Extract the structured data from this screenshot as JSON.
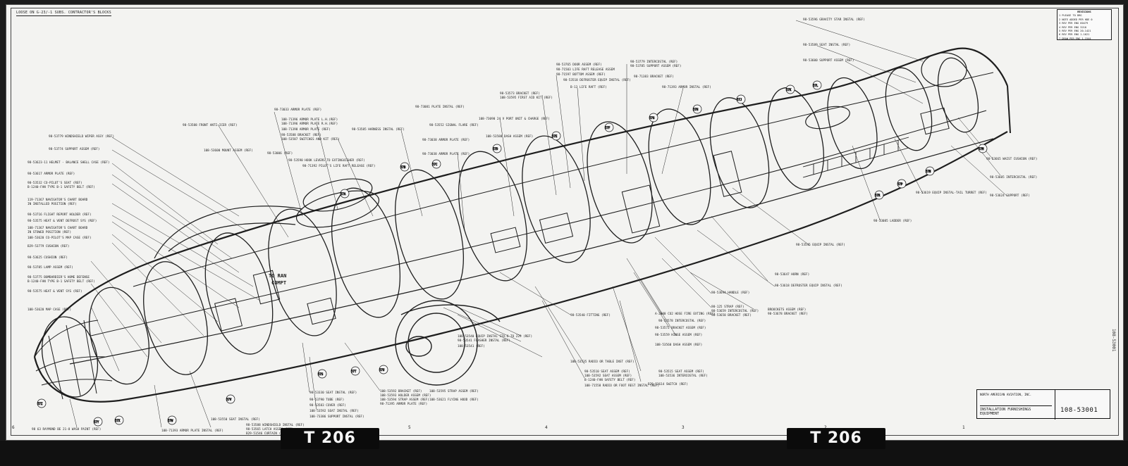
{
  "header_note": "LOOSE ON G-23/-1  SUBS. CONTRACTOR'S BLOCKS",
  "revision_table": {
    "title": "REVISIONS",
    "rows": [
      "1  PLEASE TO  DRG",
      "2  NOTE ADDED PER HDE 0",
      "3  REV PER ENG 60479",
      "4  REV PER ENG 3210",
      "5  REV PER ENG 20-1421",
      "6  REV PER ENG 1-1621",
      "7  DRAW PER ENG 1-1544"
    ]
  },
  "title_block": {
    "company": "NORTH AMERICAN AVIATION, INC.",
    "drawing_title": "INSTALLATION FURNISHINGS  EQUIPMENT",
    "drawing_number": "108-53001"
  },
  "side_number": "108-53001",
  "roll_labels": [
    "T 206",
    "T 206"
  ],
  "zone_markers": [
    "6",
    "5",
    "4",
    "3",
    "2",
    "1"
  ],
  "bottom_left_note": "98 63 RAYMOND BE 21-8 WASH PAINT  (REF)",
  "callouts_left": [
    "98-53779 WINDSHIELD WIPER ASSY (REF)",
    "98-53774 SUPPORT ASSEM (REF)",
    "98-53623-11 HELMET - BALANCE SHELL CASE (REF)",
    "98-53617 ARMOR PLATE (REF)",
    "98-53532 CO-PILOT'S SEAT  (REF)",
    "B-1240-FAN TYPE B-1 SAFETY BELT (REF)",
    "119-71367 NAVIGATOR'S CHART BOARD",
    "IN INSTALLED POSITION (REF)",
    "98-53716 FLIGHT REPORT HOLDER (REF)",
    "98-53575 HEAT & VENT DEFROST SYS (REF)",
    "108-71367 NAVIGATOR'S CHART BOARD",
    "IN STOWED POSITION (REF)",
    "108-53620 CO-PILOT'S MAP CASE (REF)",
    "B29-53779 CUSHION (REF)",
    "98-53625 CUSHION (REF)",
    "98-53785 LAMP ASSEM (REF)",
    "98-53775 BOMBARDIER'S HOME DEFENSE",
    "B-1240-FAN TYPE B-1 SAFETY BELT (REF)",
    "98-53575 HEAT & VENT SYS (REF)",
    "108-53620 MAP CASE (REF)"
  ],
  "callouts_top": [
    "98-53588 FRONT ANTI-ICER (REF)",
    "98-73033 ARMOR PLATE (REF)",
    "108-71396 ARMOR PLATE L.H.(REF)",
    "108-71396 ARMOR PLATE R.H.(REF)",
    "108-71398 ARMOR PLATE (REF)",
    "98-53588 BRACKET (REF)",
    "108-53587 SWITCHES AND KIT (REF)",
    "108-53600 MOUNT ASSEM (REF)",
    "98-53006 (REF)",
    "98-53590 HOOK LEVERS TO EXTINGUISHER (REF)",
    "98-71392 PILOT'S LIFE RAFT RELEASE (REF)",
    "98-73081 PLATE INSTAL (REF)",
    "98-53585 HARNESS INSTAL (REF)",
    "98-53552 SIGNAL FLARE (REF)",
    "98-73038 ARMOR PLATE (REF)",
    "98-73038 ARMOR PLATE (REF)",
    "108-73090 24 V PORT UNIT & CHARGE (REF)",
    "108-53588 DASH ASSEM (REF)",
    "98-53573 BRACKET (REF)",
    "108-53595 FIRST AID KIT (REF)",
    "98-53765 DOOR ASSEM (REF)",
    "98-71503 LIFE RAFT RELEASE ASSEM",
    "98-71597 BOTTOM ASSEM (REF)",
    "98-53518 DEFROSTER EQUIP INSTAL (REF)",
    "B-13 LIFE RAFT (REF)",
    "98-53779 INTERCOSTAL (REF)",
    "98-53785 SUPPORT ASSEM (REF)",
    "98-71383 BRACKET (REF)",
    "98-71393 ARMOR INSTAL (REF)"
  ],
  "callouts_right": [
    "98-53596 GRAVITY STAR INSTAL (REF)",
    "98-53589 SEAT INSTAL (REF)",
    "98-53600 SUPPORT ASSEM (REF)",
    "98-53665 WAIST CUSHION (REF)",
    "98-53605 INTERCOSTAL (REF)",
    "98-53624 SUPPORT (REF)",
    "98-53619 EQUIP INSTAL-TAIL TURRET (REF)",
    "98-73085 LADDER (REF)",
    "98-53545 EQUIP INSTAL (REF)",
    "98-53647 HORN (REF)",
    "98-53618 DEFROSTER EQUIP INSTAL (REF)",
    "98-53694 HANDLE (REF)",
    "98-125 STRAP (REF)",
    "98-53659 INTERCOSTAL (REF)",
    "98-53658 BRACKET (REF)",
    "BROOCKETS ASSEM (REF)",
    "98-53678 BRACKET (REF)"
  ],
  "callouts_bottom": [
    "98-53540 FITTING (REF)",
    "108-53540 EQUIP INSTAL STA.6 TO 229 (REF)",
    "98-53541 FLASHER INSTAL (REF)",
    "108-53541 (REF)",
    "108-53535 RADIO OR TABLE INST (REF)",
    "98-53510 SEAT ASSEM (REF)",
    "108-53592 SEAT ASSEM (REF)",
    "B-1240-FAN SAFETY BELT (REF)",
    "108-71558 RADIO OR FOOT REST INSTAL (REF)",
    "98-53515 SEAT ASSEM (REF)",
    "108-53536 INTERCOSTAL (REF)",
    "B29-53614 SWITCH (REF)",
    "A-2000 CO2 HOSE FIRE EXTING (REF)",
    "98-53578 INTERCOSTAL (REF)",
    "98-53572 BRACKET ASSEM (REF)",
    "98-53559 HINGE ASSEM (REF)",
    "108-53560 DASH ASSEM (REF)",
    "98-53330 SEAT INSTAL (REF)",
    "98-53790 TUBE (REF)",
    "98-53583 COVER (REF)",
    "108-53592 SEAT INSTAL (REF)",
    "108-73386 SUPPORT INSTAL (REF)",
    "108-53592 BRACKET (REF)",
    "108-53593 HOLDER ASSEM (REF)",
    "108-53594 STRAP ASSEM (REF)",
    "98-71395 ARMOR PLATE (REF)",
    "108-53595 STRAP ASSEM (REF)",
    "108-53621 FLYING HOOD (REF)",
    "108-53550 SEAT INSTAL (REF)",
    "108-71393 ARMOR PLATE INSTAL (REF)",
    "98-53588 WINDSHIELD INSTAL (REF)",
    "98-53565 LATCH ASSEM (REF)",
    "B29-51546 CURTAIN (REF)"
  ],
  "balloons": [
    "57A",
    "57B",
    "57C",
    "57D",
    "57E",
    "57F",
    "57G",
    "57H",
    "57J",
    "57K",
    "57L",
    "57M",
    "57N",
    "57P",
    "57R",
    "57S",
    "57T",
    "57U",
    "57V",
    "57W",
    "57X",
    "57Y",
    "57Z"
  ],
  "stencil_text": [
    "TO RAN",
    "COMPT"
  ]
}
